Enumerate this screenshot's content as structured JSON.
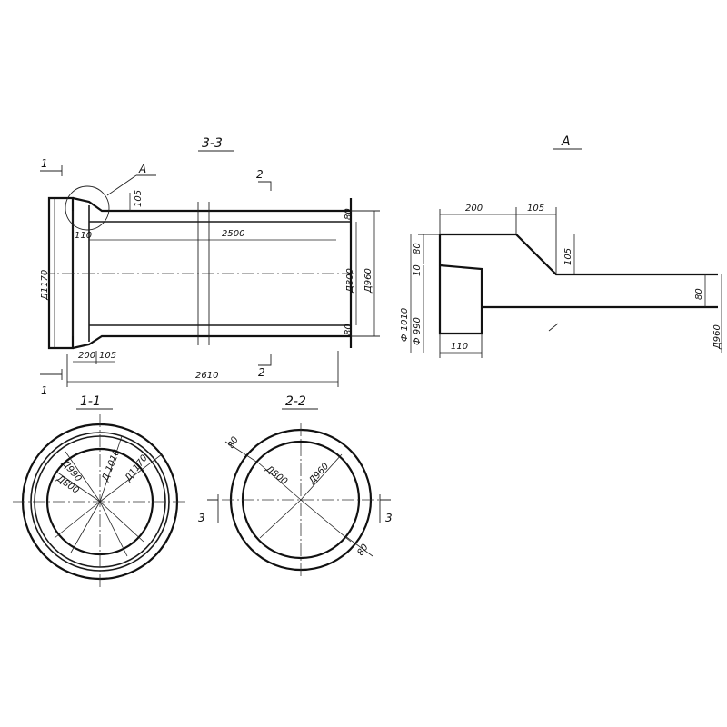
{
  "views": {
    "section_3_3": {
      "title": "3-3",
      "detail_callout": "A",
      "cut_markers": {
        "left_top": "1",
        "left_bottom": "1",
        "mid_top": "2",
        "mid_bottom": "2"
      },
      "dims": {
        "d_1170": "Д1170",
        "l_2500": "2500",
        "l_110": "110",
        "h_105": "105",
        "l_200": "200",
        "l_105": "105",
        "l_2610": "2610",
        "t_80_top": "80",
        "t_80_bottom": "80",
        "d_800": "Д800",
        "d_960": "Д960"
      }
    },
    "detail_A": {
      "title": "А",
      "dims": {
        "l_200": "200",
        "l_105": "105",
        "h_80_left": "80",
        "h_10": "10",
        "h_105": "105",
        "t_80": "80",
        "d_1010": "Ф 1010",
        "d_990": "Ф 990",
        "d_960": "Д960",
        "l_110": "110"
      }
    },
    "section_1_1": {
      "title": "1-1",
      "dims": {
        "d_800": "Д800",
        "d_990": "Д990",
        "d_1010": "Д 1010",
        "d_1170": "Д1170"
      }
    },
    "section_2_2": {
      "title": "2-2",
      "dims": {
        "t_80_a": "80",
        "t_80_b": "80",
        "d_800": "Д800",
        "d_960": "Д960"
      },
      "cut_markers": {
        "left": "3",
        "right": "3"
      }
    }
  }
}
